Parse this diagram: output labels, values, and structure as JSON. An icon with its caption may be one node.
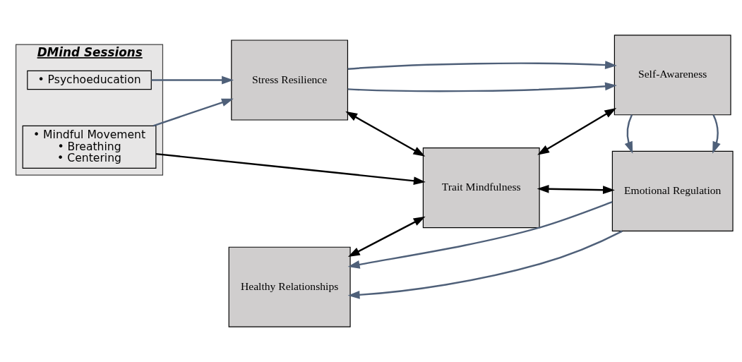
{
  "diagram": {
    "nodes": [
      {
        "text": [
          "DMind Sessions"
        ]
      },
      {
        "text": [
          "• Psychoeducation"
        ],
        "in": 0
      },
      {
        "text": [
          "• Mindful Movement",
          "• Breathing",
          "• Centering"
        ],
        "in": 0
      },
      {
        "text": [
          "Stress Resilience"
        ]
      },
      {
        "text": [
          "Self-Awareness"
        ]
      },
      {
        "text": [
          "Trait Mindfulness"
        ]
      },
      {
        "text": [
          "Healthy Relationships"
        ]
      },
      {
        "text": [
          "Emotional Regulation"
        ]
      }
    ],
    "edges": [
      {
        "from": 3,
        "to": 4,
        "arrow": "to"
      },
      {
        "from": 3,
        "to": 4,
        "arrow": "to"
      },
      {
        "from": 1,
        "to": 3,
        "arrow": "to"
      },
      {
        "from": 2,
        "to": 3,
        "arrow": "to"
      },
      {
        "from": 2,
        "to": 5,
        "arrow": "to",
        "color": "#000000"
      },
      {
        "from": 3,
        "to": 5,
        "arrow": "both",
        "color": "#000000"
      },
      {
        "from": 5,
        "to": 4,
        "arrow": "both",
        "color": "#000000"
      },
      {
        "from": 6,
        "to": 5,
        "arrow": "both",
        "color": "#000000"
      },
      {
        "from": 5,
        "to": 7,
        "arrow": "both",
        "color": "#000000"
      },
      {
        "from": 4,
        "to": 7,
        "arrow": "to"
      },
      {
        "from": 4,
        "to": 7,
        "arrow": "to"
      },
      {
        "from": 7,
        "to": 6,
        "arrow": "to"
      },
      {
        "from": 7,
        "to": 6,
        "arrow": "to"
      }
    ]
  }
}
